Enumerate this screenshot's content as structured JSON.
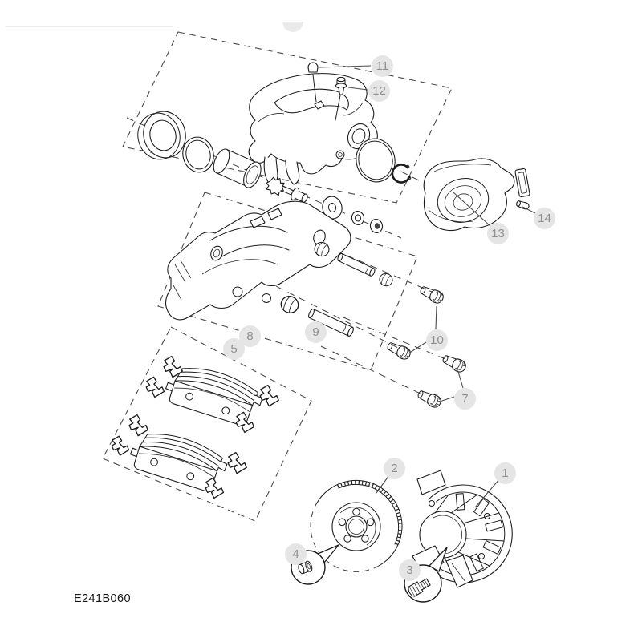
{
  "figure": {
    "code": "E241B060"
  },
  "callouts": {
    "c1": {
      "label": "1"
    },
    "c2": {
      "label": "2"
    },
    "c3": {
      "label": "3"
    },
    "c4": {
      "label": "4"
    },
    "c5": {
      "label": "5"
    },
    "c7": {
      "label": "7"
    },
    "c8": {
      "label": "8"
    },
    "c9": {
      "label": "9"
    },
    "c10": {
      "label": "10"
    },
    "c11": {
      "label": "11"
    },
    "c12": {
      "label": "12"
    },
    "c13": {
      "label": "13"
    },
    "c14": {
      "label": "14"
    }
  },
  "colors": {
    "badge_bg": "#e5e5e5",
    "badge_text": "#8f8f8f",
    "line_art": "#1c1c1c",
    "leader_line": "#4a4a4a",
    "background": "#ffffff"
  }
}
